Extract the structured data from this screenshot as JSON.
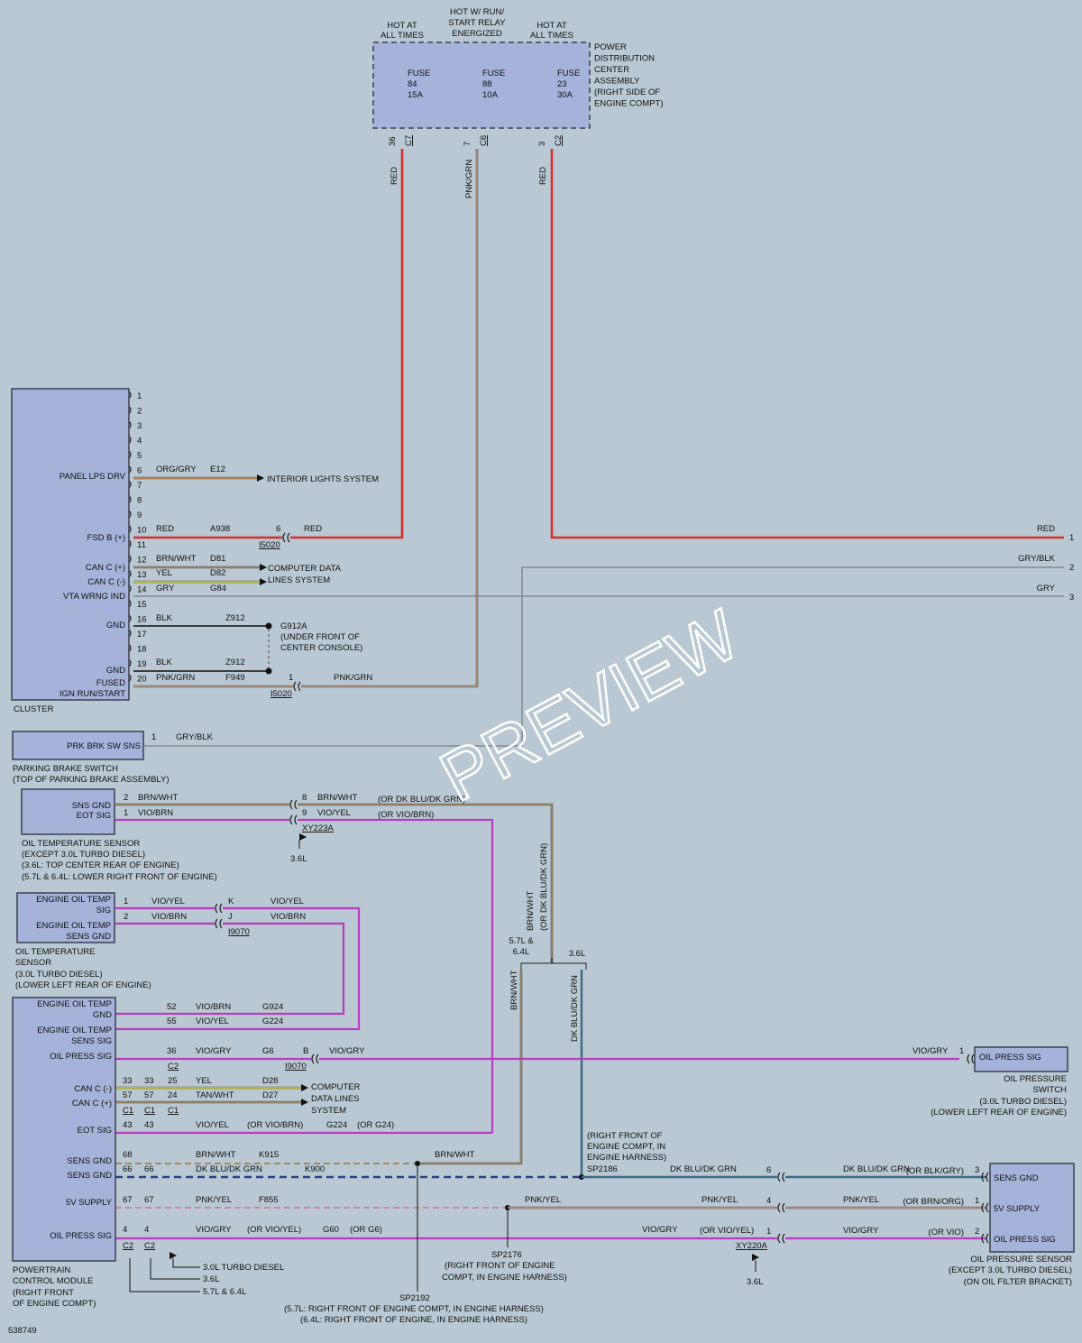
{
  "doc_id": "538749",
  "watermark": "PREVIEW",
  "colors": {
    "background": "#b9c8d2",
    "box": "#a6b2d9",
    "red": "#d2312f",
    "pnk_grn": "#b6967e",
    "org_gry": "#c98a4c",
    "brn_wht": "#a38a62",
    "yel": "#d8d41c",
    "gry": "#8c9298",
    "blk": "#2a2a2a",
    "vio": "#b83cc0",
    "dkblu": "#2e3f8c",
    "dkblu_grn": "#3b6a86"
  },
  "pdc": {
    "hot_left": [
      "HOT AT",
      "ALL TIMES"
    ],
    "hot_mid": [
      "HOT W/ RUN/",
      "START RELAY",
      "ENERGIZED"
    ],
    "hot_right": [
      "HOT AT",
      "ALL TIMES"
    ],
    "fuses": [
      {
        "l1": "FUSE",
        "l2": "84",
        "l3": "15A"
      },
      {
        "l1": "FUSE",
        "l2": "88",
        "l3": "10A"
      },
      {
        "l1": "FUSE",
        "l2": "23",
        "l3": "30A"
      }
    ],
    "title": [
      "POWER",
      "DISTRIBUTION",
      "CENTER",
      "ASSEMBLY",
      "(RIGHT SIDE OF",
      "ENGINE COMPT)"
    ],
    "pins": [
      {
        "pin": "36",
        "conn": "C7"
      },
      {
        "pin": "7",
        "conn": "C6"
      },
      {
        "pin": "3",
        "conn": "C2"
      }
    ],
    "wires": [
      "RED",
      "PNK/GRN",
      "RED"
    ]
  },
  "cluster": {
    "name": "CLUSTER",
    "pins": [
      "1",
      "2",
      "3",
      "4",
      "5",
      "6",
      "7",
      "8",
      "9",
      "10",
      "11",
      "12",
      "13",
      "14",
      "15",
      "16",
      "17",
      "18",
      "19",
      "20"
    ],
    "labels": {
      "p6": "PANEL LPS DRV",
      "p10": "FSD B (+)",
      "p12": "CAN C (+)",
      "p13": "CAN C (-)",
      "p14": "VTA WRNG IND",
      "p16": "GND",
      "p19": "GND",
      "p20a": "FUSED",
      "p20b": "IGN RUN/START"
    },
    "wires": {
      "w6": {
        "color": "ORG/GRY",
        "circuit": "E12",
        "dest": "INTERIOR LIGHTS SYSTEM"
      },
      "w10": {
        "color": "RED",
        "circuit": "A938",
        "pin": "6",
        "conn": "I5020",
        "color2": "RED"
      },
      "w12": {
        "color": "BRN/WHT",
        "circuit": "D81"
      },
      "w13": {
        "color": "YEL",
        "circuit": "D82"
      },
      "w14": {
        "color": "GRY",
        "circuit": "G84"
      },
      "cdl": [
        "COMPUTER DATA",
        "LINES SYSTEM"
      ],
      "w16": {
        "color": "BLK",
        "circuit": "Z912"
      },
      "w19": {
        "color": "BLK",
        "circuit": "Z912"
      },
      "ground": [
        "G912A",
        "(UNDER FRONT OF",
        "CENTER CONSOLE)"
      ],
      "w20": {
        "color": "PNK/GRN",
        "circuit": "F949",
        "pin": "1",
        "conn": "I5020",
        "color2": "PNK/GRN"
      }
    }
  },
  "right_edge": [
    {
      "color": "RED",
      "pin": "1"
    },
    {
      "color": "GRY/BLK",
      "pin": "2"
    },
    {
      "color": "GRY",
      "pin": "3"
    }
  ],
  "prk": {
    "label": "PRK BRK SW SNS",
    "pin": "1",
    "wire": "GRY/BLK",
    "name": [
      "PARKING BRAKE SWITCH",
      "(TOP OF PARKING BRAKE ASSEMBLY)"
    ]
  },
  "ots1": {
    "l1": "SNS GND",
    "l2": "EOT SIG",
    "pins": [
      "2",
      "1"
    ],
    "wires": [
      "BRN/WHT",
      "VIO/BRN"
    ],
    "conn_pins": [
      "8",
      "9"
    ],
    "wires2": [
      "BRN/WHT",
      "VIO/YEL"
    ],
    "alts": [
      "(OR DK BLU/DK GRN)",
      "(OR VIO/BRN)"
    ],
    "conn": "XY223A",
    "note": "3.6L",
    "name": [
      "OIL TEMPERATURE SENSOR",
      "(EXCEPT 3.0L TURBO DIESEL)",
      "(3.6L: TOP CENTER REAR OF ENGINE)",
      "(5.7L & 6.4L: LOWER RIGHT FRONT OF ENGINE)"
    ]
  },
  "ots2": {
    "l1a": "ENGINE OIL TEMP",
    "l1b": "SIG",
    "l2a": "ENGINE OIL TEMP",
    "l2b": "SENS GND",
    "pins": [
      "1",
      "2"
    ],
    "wires": [
      "VIO/YEL",
      "VIO/BRN"
    ],
    "conn_pins": [
      "K",
      "J"
    ],
    "wires2": [
      "VIO/YEL",
      "VIO/BRN"
    ],
    "conn": "I9070",
    "name": [
      "OIL TEMPERATURE",
      "SENSOR",
      "(3.0L TURBO DIESEL)",
      "(LOWER LEFT REAR OF ENGINE)"
    ]
  },
  "vertical": {
    "brn_wht": "BRN/WHT",
    "alt": "(OR DK BLU/DK GRN)",
    "split_left": [
      "5.7L &",
      "6.4L"
    ],
    "split_right": "3.6L",
    "left_wire": "BRN/WHT",
    "right_wire": "DK BLU/DK GRN"
  },
  "pcm": {
    "name": [
      "POWERTRAIN",
      "CONTROL MODULE",
      "(RIGHT FRONT",
      "OF ENGINE COMPT)"
    ],
    "labels": {
      "eot_gnd_a": "ENGINE OIL TEMP",
      "eot_gnd_b": "GND",
      "eot_sens_a": "ENGINE OIL TEMP",
      "eot_sens_b": "SENS SIG",
      "ops": "OIL PRESS SIG",
      "canm": "CAN C (-)",
      "canp": "CAN C (+)",
      "eot": "EOT SIG",
      "sgnd1": "SENS GND",
      "sgnd2": "SENS GND",
      "v5": "5V SUPPLY",
      "ops2": "OIL PRESS SIG"
    },
    "r52": {
      "pin": "52",
      "color": "VIO/BRN",
      "circuit": "G924"
    },
    "r55": {
      "pin": "55",
      "color": "VIO/YEL",
      "circuit": "G224"
    },
    "r36": {
      "pin": "36",
      "color": "VIO/GRY",
      "circuit": "G6",
      "conn": "C2",
      "cpin": "B",
      "ccon": "I9070",
      "color2": "VIO/GRY"
    },
    "can_m": {
      "p1": "33",
      "p2": "33",
      "p3": "25",
      "color": "YEL",
      "circuit": "D28"
    },
    "can_p": {
      "p1": "57",
      "p2": "57",
      "p3": "24",
      "color": "TAN/WHT",
      "circuit": "D27",
      "c1": "C1",
      "c2": "C1",
      "c3": "C1"
    },
    "cdl": [
      "COMPUTER",
      "DATA LINES",
      "SYSTEM"
    ],
    "eot_row": {
      "p1": "43",
      "p2": "43",
      "color": "VIO/YEL",
      "alt": "(OR VIO/BRN)",
      "circuit": "G224",
      "alt2": "(OR G24)"
    },
    "sg1": {
      "pin": "68",
      "color": "BRN/WHT",
      "circuit": "K915",
      "color2": "BRN/WHT"
    },
    "sg2": {
      "p1": "66",
      "p2": "66",
      "color": "DK BLU/DK GRN",
      "circuit": "K900"
    },
    "v5row": {
      "p1": "67",
      "p2": "67",
      "color": "PNK/YEL",
      "circuit": "F855",
      "color2": "PNK/YEL"
    },
    "opsrow": {
      "p1": "4",
      "p2": "4",
      "color": "VIO/GRY",
      "alt": "(OR VIO/YEL)",
      "circuit": "G60",
      "alt2": "(OR G6)"
    },
    "conns": [
      "C2",
      "C2"
    ],
    "notes": [
      "3.0L TURBO DIESEL",
      "3.6L",
      "5.7L & 6.4L"
    ]
  },
  "ops_switch": {
    "label": "OIL PRESS SIG",
    "pin": "1",
    "wire": "VIO/GRY",
    "name": [
      "OIL PRESSURE",
      "SWITCH",
      "(3.0L TURBO DIESEL)",
      "(LOWER LEFT REAR OF ENGINE)"
    ]
  },
  "splices": {
    "sp2186": [
      "(RIGHT FRONT OF",
      "ENGINE COMPT, IN",
      "ENGINE HARNESS)",
      "SP2186"
    ],
    "sp2176": [
      "SP2176",
      "(RIGHT FRONT OF ENGINE",
      "COMPT, IN ENGINE HARNESS)"
    ],
    "sp2192": [
      "SP2192",
      "(5.7L: RIGHT FRONT OF ENGINE COMPT, IN ENGINE HARNESS)",
      "(6.4L: RIGHT FRONT OF ENGINE, IN ENGINE HARNESS)"
    ]
  },
  "ops_sensor": {
    "labels": [
      "SENS GND",
      "5V SUPPLY",
      "OIL PRESS SIG"
    ],
    "pins": [
      "3",
      "1",
      "2"
    ],
    "colors": [
      "DK BLU/DK GRN",
      "PNK/YEL",
      "VIO/GRY"
    ],
    "alts": [
      "(OR BLK/GRY)",
      "(OR BRN/ORG)",
      "(OR VIO)"
    ],
    "conn_pins": [
      "6",
      "4",
      "1"
    ],
    "conn_colors": [
      "DK BLU/DK GRN",
      "PNK/YEL",
      "VIO/GRY"
    ],
    "conn_alt": "(OR VIO/YEL)",
    "conn": "XY220A",
    "note": "3.6L",
    "name": [
      "OIL PRESSURE SENSOR",
      "(EXCEPT 3.0L TURBO DIESEL)",
      "(ON OIL FILTER BRACKET)"
    ]
  }
}
